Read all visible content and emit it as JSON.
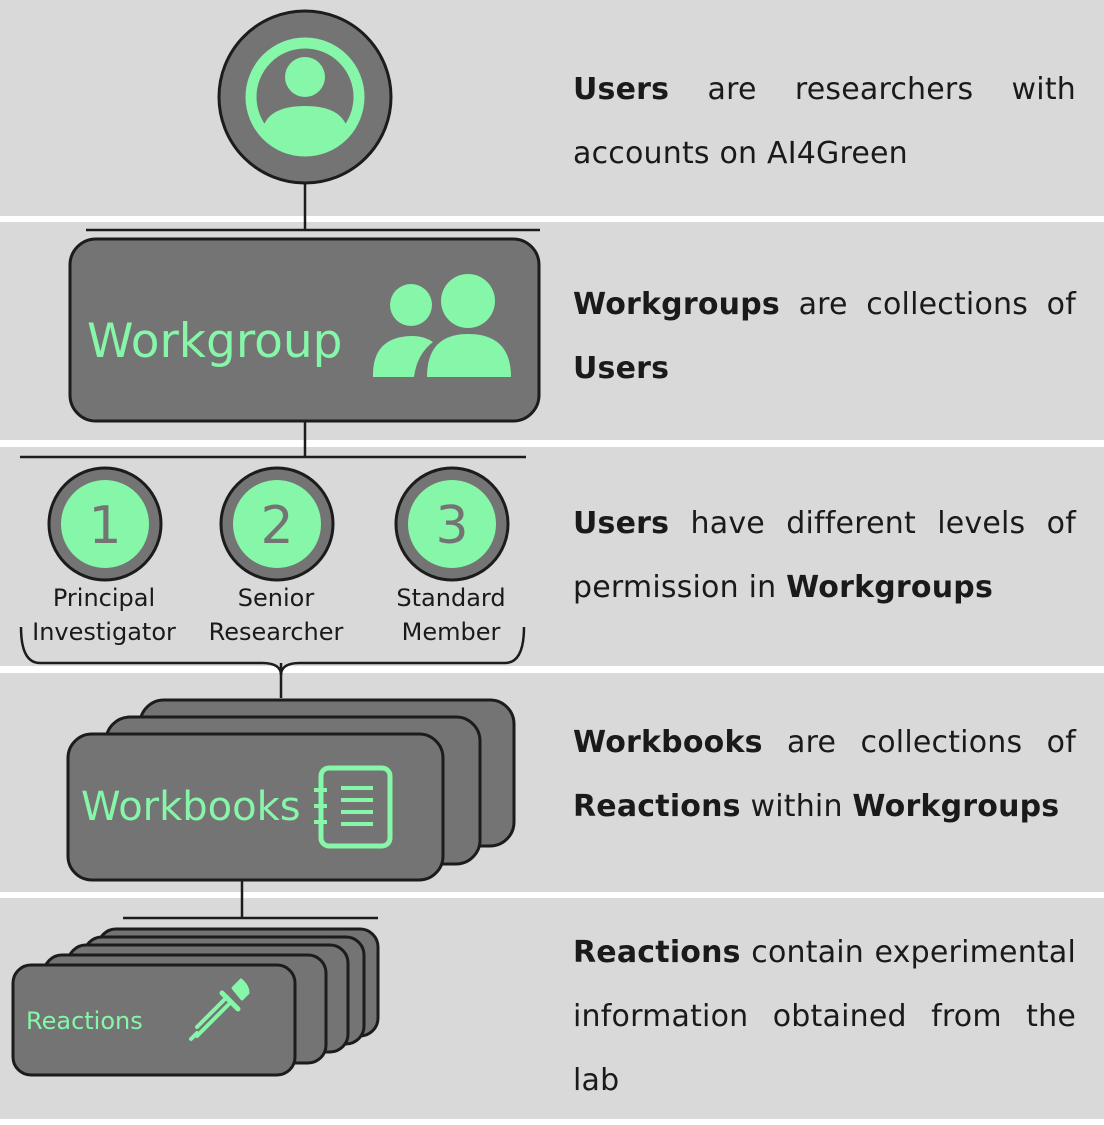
{
  "colors": {
    "band": "#d9d9d9",
    "box_fill": "#747474",
    "accent_green": "#86f6a8",
    "outline": "#1c1c1c"
  },
  "diagram": {
    "user_icon": "user-avatar-icon",
    "workgroup": {
      "label": "Workgroup",
      "icon": "people-group-icon"
    },
    "roles": [
      {
        "number": "1",
        "line1": "Principal",
        "line2": "Investigator"
      },
      {
        "number": "2",
        "line1": "Senior",
        "line2": "Researcher"
      },
      {
        "number": "3",
        "line1": "Standard",
        "line2": "Member"
      }
    ],
    "workbooks": {
      "label": "Workbooks",
      "icon": "numbered-list-icon"
    },
    "reactions": {
      "label": "Reactions",
      "icon": "pipette-icon"
    }
  },
  "descriptions": {
    "users": {
      "bold": "Users",
      "line1_rest": [
        "are",
        "researchers",
        "with"
      ],
      "line2": "accounts on AI4Green"
    },
    "workgroups": {
      "bold": "Workgroups",
      "line1_rest": [
        "are",
        "collections",
        "of"
      ],
      "line2_bold": "Users"
    },
    "permissions": {
      "bold": "Users",
      "line1_rest": [
        "have",
        "different",
        "levels",
        "of"
      ],
      "line2_text": "permission in ",
      "line2_bold": "Workgroups"
    },
    "workbooks": {
      "bold": "Workbooks",
      "line1_rest": [
        "are",
        "collections",
        "of"
      ],
      "line2_bold1": "Reactions",
      "line2_text": " within ",
      "line2_bold2": "Workgroups"
    },
    "reactions": {
      "bold": "Reactions",
      "line1_rest": " contain experimental",
      "line2": [
        "information",
        "obtained",
        "from",
        "the"
      ],
      "line3": "lab"
    }
  }
}
